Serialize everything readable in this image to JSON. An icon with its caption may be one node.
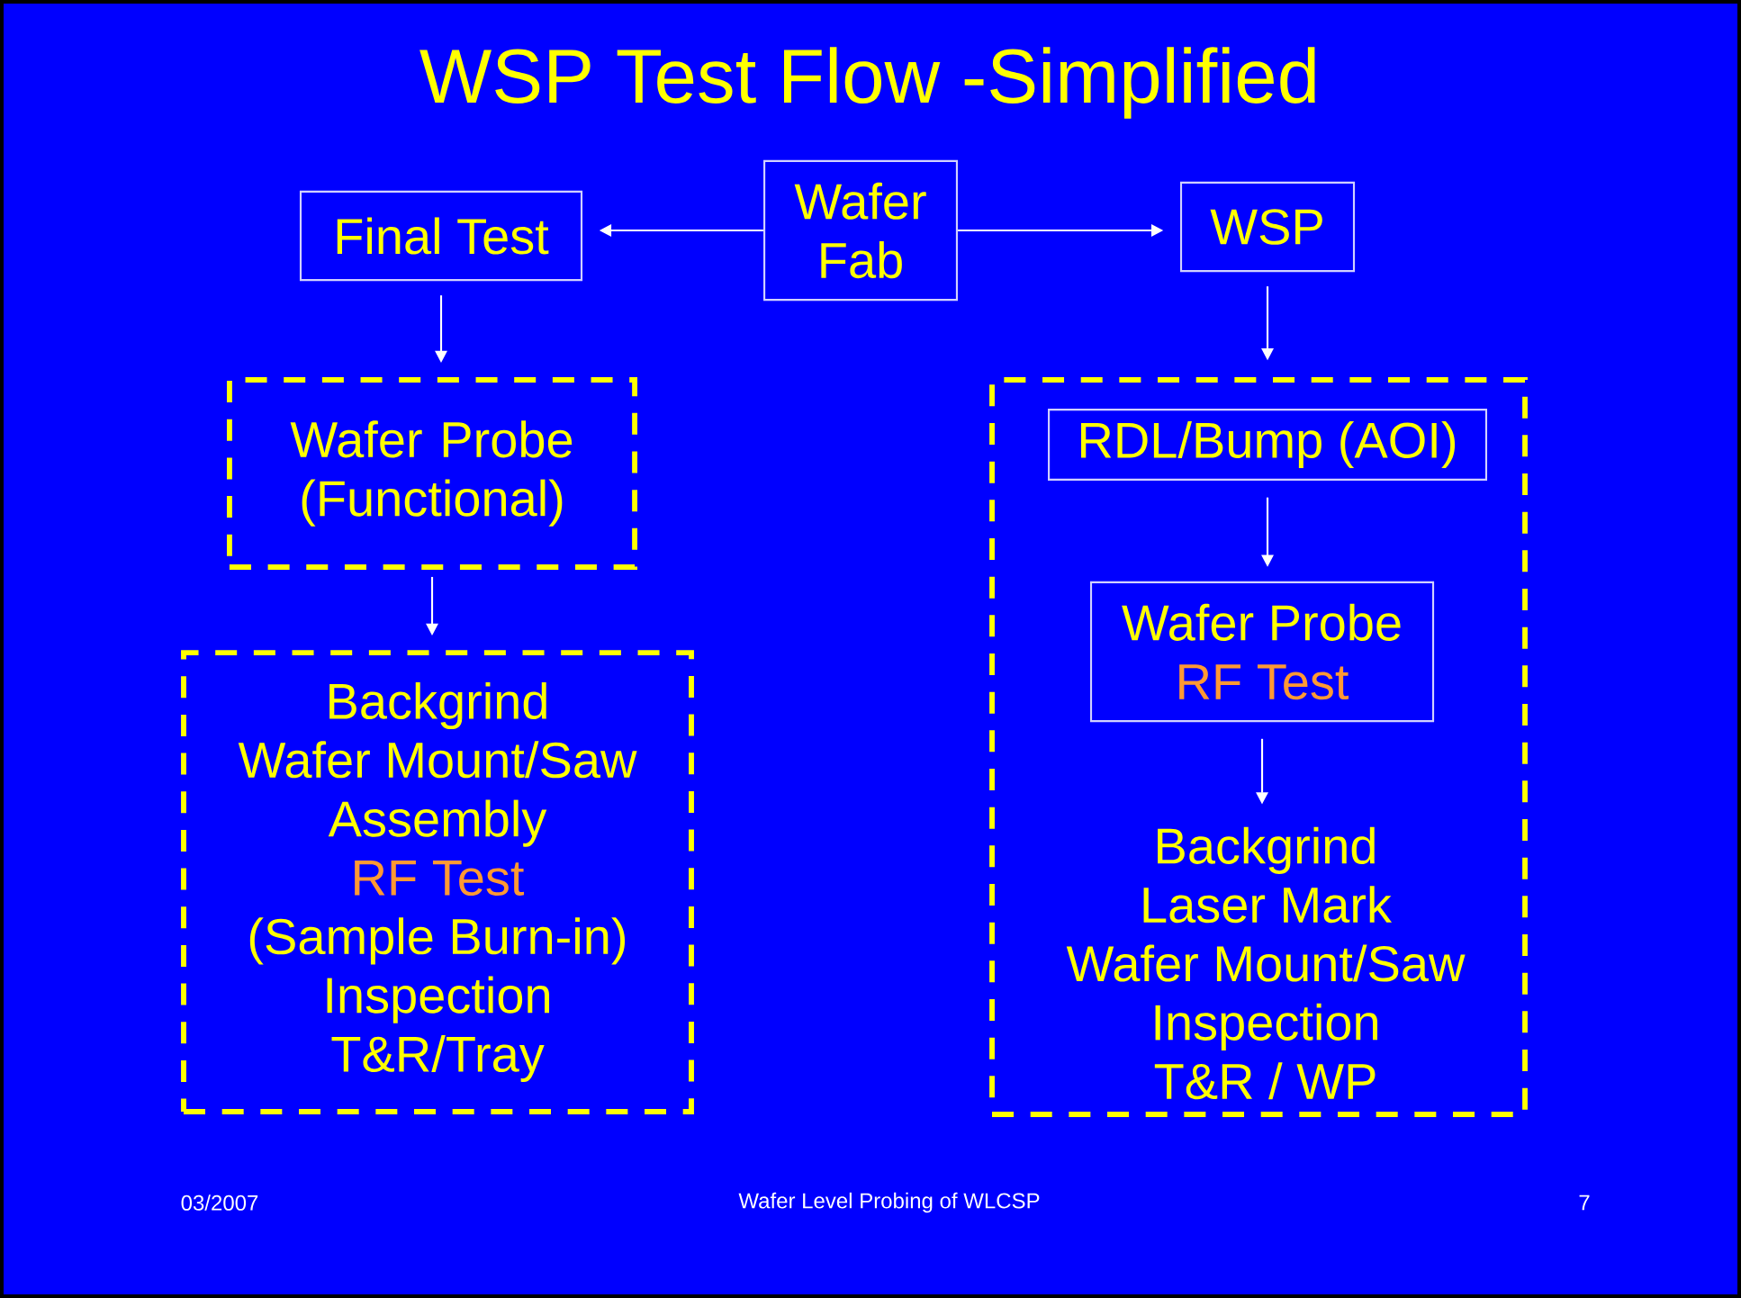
{
  "diagram": {
    "title": "WSP Test Flow -Simplified",
    "nodes": [
      {
        "text": [
          "Wafer Fab"
        ]
      },
      {
        "text": [
          "Final Test"
        ]
      },
      {
        "text": [
          "WSP"
        ]
      },
      {
        "text": [
          "Wafer Probe (Functional)"
        ]
      },
      {
        "text": [
          "Backgrind",
          "Wafer Mount/Saw",
          "Assembly",
          "RF Test",
          "(Sample Burn-in)",
          "Inspection",
          "T&R/Tray"
        ]
      },
      {
        "text": [],
        "shape": "box"
      },
      {
        "text": [
          "RDL/Bump (AOI)"
        ],
        "in": 5
      },
      {
        "text": [
          "Wafer Probe",
          "RF Test"
        ],
        "in": 5
      },
      {
        "text": [
          "Backgrind",
          "Laser Mark",
          "Wafer Mount/Saw",
          "Inspection",
          "T&R / WP"
        ],
        "in": 5
      }
    ],
    "edges": [
      {
        "from": 0,
        "to": 1,
        "arrow": "to"
      },
      {
        "from": 0,
        "to": 2,
        "arrow": "to"
      },
      {
        "from": 1,
        "to": 3,
        "arrow": "to"
      },
      {
        "from": 3,
        "to": 4,
        "arrow": "to"
      },
      {
        "from": 2,
        "to": 5,
        "arrow": "to"
      },
      {
        "from": 6,
        "to": 7,
        "arrow": "to"
      },
      {
        "from": 7,
        "to": 8,
        "arrow": "to"
      }
    ],
    "labels": [
      "03/2007",
      "Wafer Level Probing of WLCSP",
      "7"
    ]
  }
}
